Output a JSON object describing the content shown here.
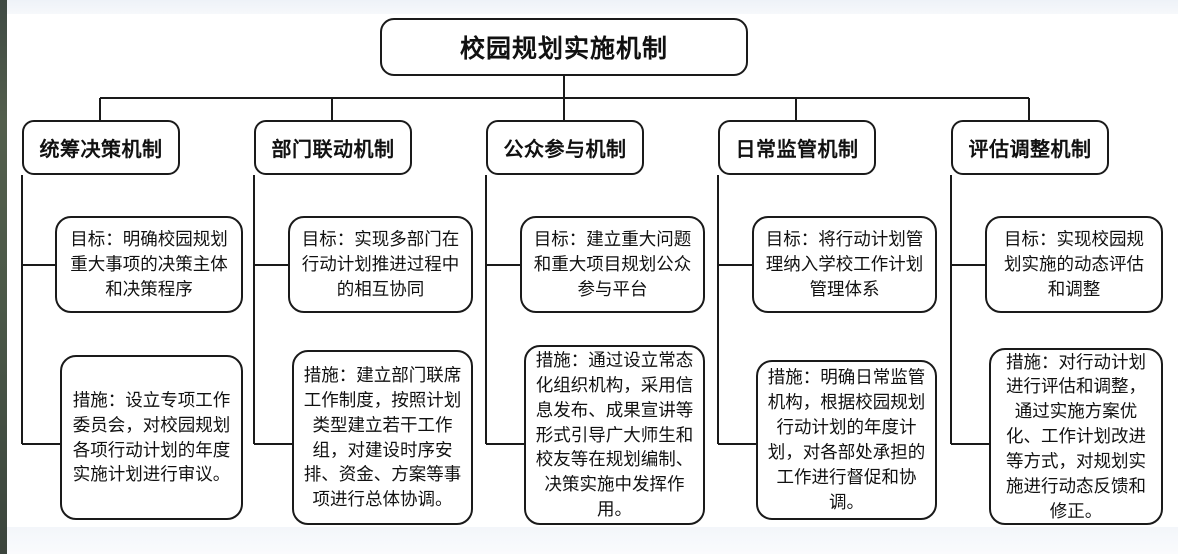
{
  "diagram": {
    "type": "org-chart",
    "title": "校园规划实施机制",
    "branches": [
      {
        "name": "统筹决策机制",
        "goal": "目标：明确校园规划重大事项的决策主体和决策程序",
        "measure": "措施：设立专项工作委员会，对校园规划各项行动计划的年度实施计划进行审议。"
      },
      {
        "name": "部门联动机制",
        "goal": "目标：实现多部门在行动计划推进过程中的相互协同",
        "measure": "措施：建立部门联席工作制度，按照计划类型建立若干工作组，对建设时序安排、资金、方案等事项进行总体协调。"
      },
      {
        "name": "公众参与机制",
        "goal": "目标：建立重大问题和重大项目规划公众参与平台",
        "measure": "措施：通过设立常态化组织机构，采用信息发布、成果宣讲等形式引导广大师生和校友等在规划编制、决策实施中发挥作用。"
      },
      {
        "name": "日常监管机制",
        "goal": "目标：将行动计划管理纳入学校工作计划管理体系",
        "measure": "措施：明确日常监管机构，根据校园规划行动计划的年度计划，对各部处承担的工作进行督促和协调。"
      },
      {
        "name": "评估调整机制",
        "goal": "目标：实现校园规划实施的动态评估和调整",
        "measure": "措施：对行动计划进行评估和调整，通过实施方案优化、工作计划改进等方式，对规划实施进行动态反馈和修正。"
      }
    ],
    "colors": {
      "stroke": "#1a1a1a",
      "node_fill": "#ffffff",
      "text": "#111111",
      "page": "#ffffff",
      "chrome": "#f3f6fa"
    }
  }
}
